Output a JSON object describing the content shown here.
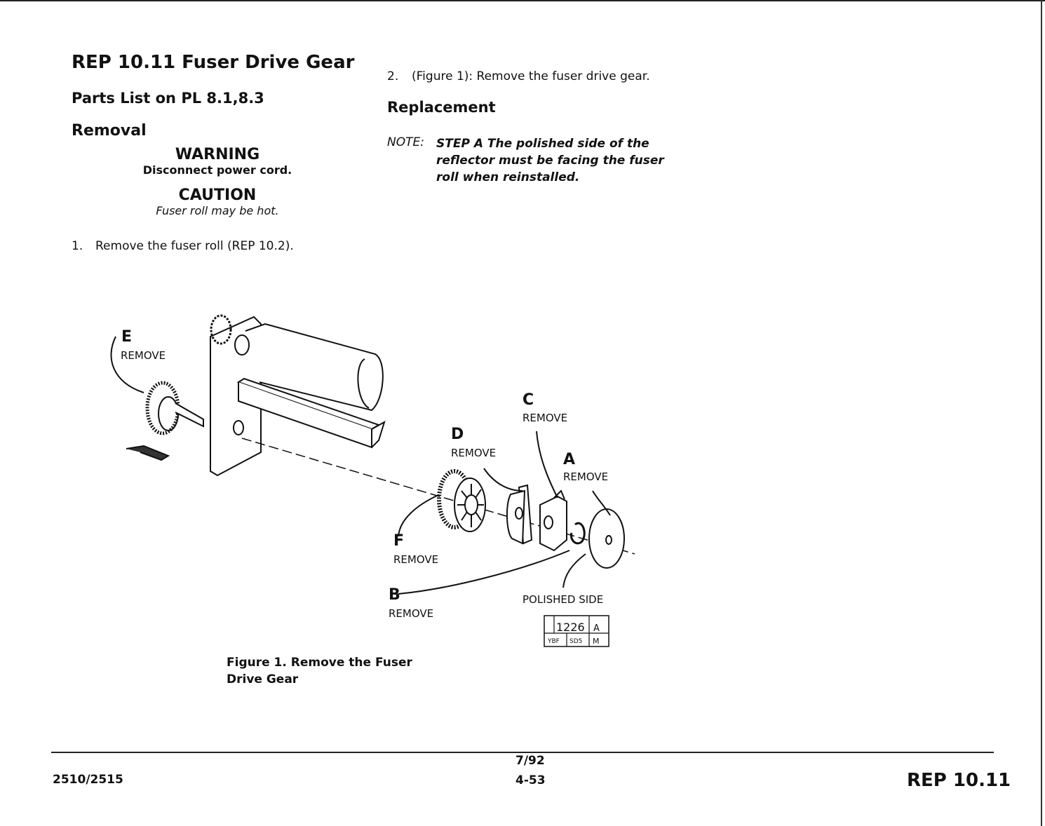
{
  "title": "REP 10.11 Fuser Drive Gear",
  "parts_list": "Parts List on PL 8.1,8.3",
  "removal": {
    "heading": "Removal",
    "warning_title": "WARNING",
    "warning_text": "Disconnect power cord.",
    "caution_title": "CAUTION",
    "caution_text": "Fuser roll may be hot.",
    "step1_num": "1.",
    "step1_text": "Remove the fuser roll (REP 10.2)."
  },
  "right_column": {
    "step2_num": "2.",
    "step2_text": "(Figure 1): Remove the fuser drive gear.",
    "replacement_heading": "Replacement",
    "note_label": "NOTE:",
    "note_text": "STEP A  The polished side of the reflector must be facing the fuser roll when reinstalled."
  },
  "figure": {
    "labels": {
      "e": "E",
      "c": "C",
      "d": "D",
      "a": "A",
      "f": "F",
      "b": "B",
      "remove": "REMOVE",
      "polished_side": "POLISHED SIDE"
    },
    "code_box": {
      "number": "1226",
      "letter_a": "A",
      "cell1": "YBF",
      "cell2": "SD5",
      "cell3": "M"
    },
    "caption_line1": "Figure 1.  Remove the Fuser",
    "caption_line2": "Drive Gear"
  },
  "footer": {
    "left": "2510/2515",
    "date": "7/92",
    "page": "4-53",
    "right": "REP 10.11"
  }
}
